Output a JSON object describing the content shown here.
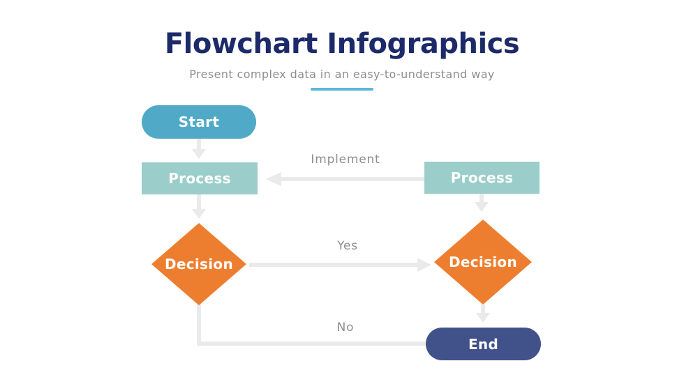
{
  "header": {
    "title": "Flowchart Infographics",
    "subtitle": "Present complex data in an easy-to-understand way"
  },
  "flowchart": {
    "nodes": [
      {
        "id": "start",
        "type": "terminator",
        "label": "Start"
      },
      {
        "id": "process-left",
        "type": "process",
        "label": "Process"
      },
      {
        "id": "process-right",
        "type": "process",
        "label": "Process"
      },
      {
        "id": "decision-left",
        "type": "decision",
        "label": "Decision"
      },
      {
        "id": "decision-right",
        "type": "decision",
        "label": "Decision"
      },
      {
        "id": "end",
        "type": "terminator",
        "label": "End"
      }
    ],
    "edge_labels": {
      "implement": "Implement",
      "yes": "Yes",
      "no": "No"
    }
  },
  "colors": {
    "title": "#1c2a6a",
    "subtitle": "#8e8e8e",
    "accent-underline": "#5bb8d4",
    "node-start": "#4fa9c7",
    "node-process": "#9bcecb",
    "node-decision": "#ee7e2f",
    "node-end": "#41518a",
    "node-label": "#ffffff",
    "edge": "#eaeaea",
    "edge-label": "#8e8e8e"
  }
}
